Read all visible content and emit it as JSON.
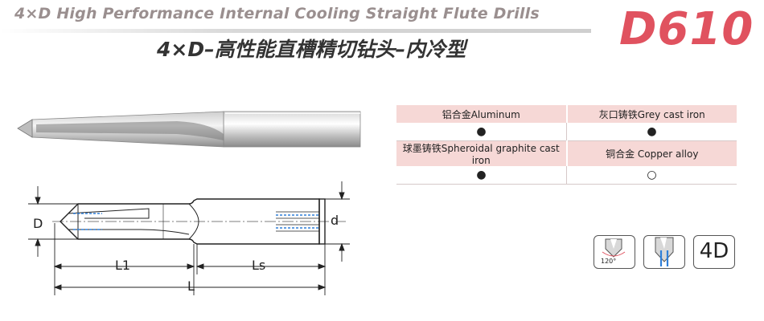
{
  "header": {
    "title_en": "4×D High Performance Internal Cooling Straight Flute Drills",
    "title_cn": "4×D–高性能直槽精切钻头–内冷型",
    "model_code": "D610"
  },
  "materials": {
    "rows": [
      {
        "left_label": "铝合金Aluminum",
        "left_mark": "●",
        "right_label": "灰口铸铁Grey cast iron",
        "right_mark": "●"
      },
      {
        "left_label": "球墨铸铁Spheroidal graphite cast iron",
        "left_mark": "●",
        "right_label": "铜合金 Copper alloy",
        "right_mark": "○"
      }
    ]
  },
  "drawing": {
    "dim_D": "D",
    "dim_d": "d",
    "dim_L1": "L1",
    "dim_Ls": "Ls",
    "dim_L": "L"
  },
  "icons": {
    "point_angle": "120°",
    "length_ratio": "4D",
    "names": [
      "point-angle-icon",
      "internal-coolant-icon",
      "length-4d-icon"
    ]
  },
  "colors": {
    "model_code": "#e0525f",
    "table_header_bg": "#f6d8d6",
    "coolant_blue": "#2f7fd8"
  }
}
